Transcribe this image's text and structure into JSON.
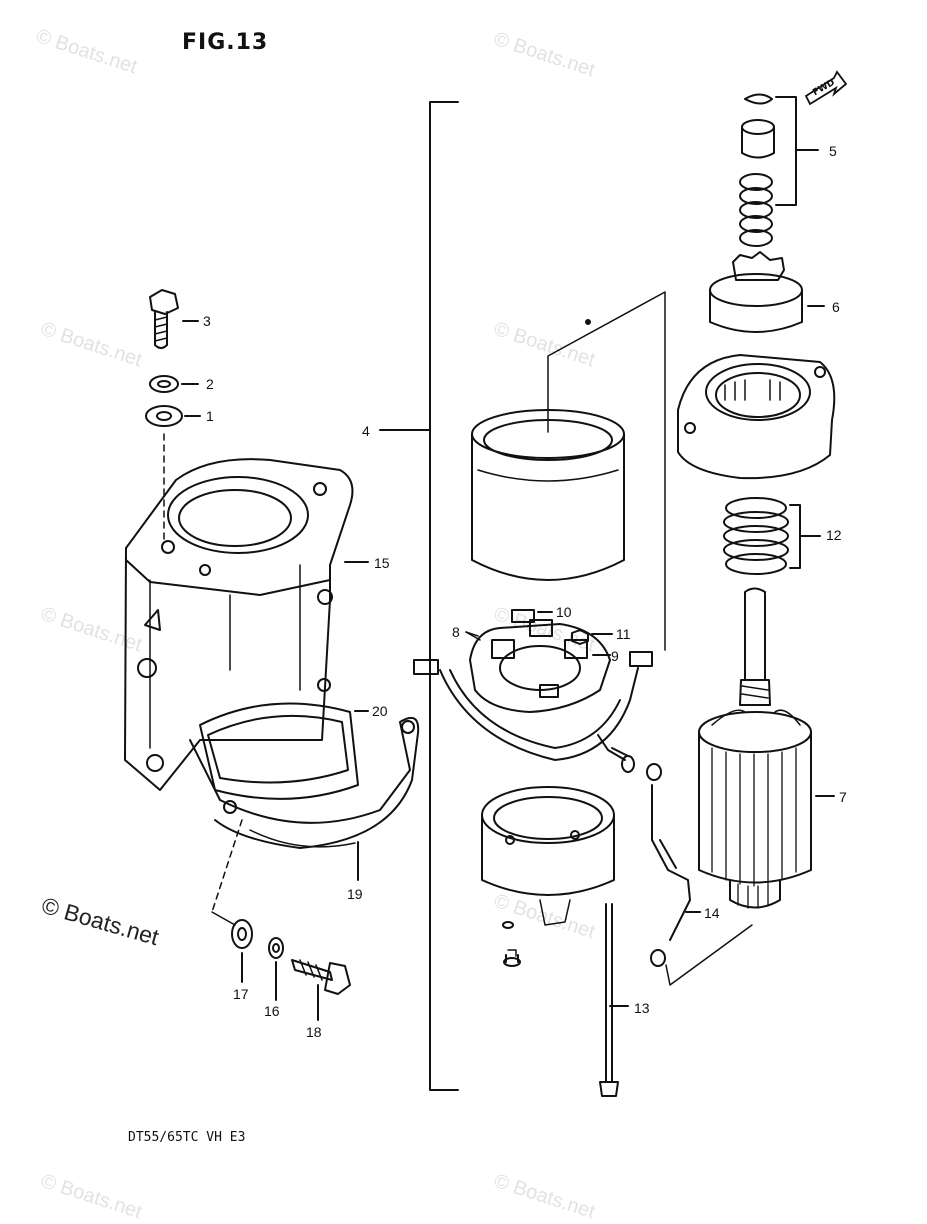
{
  "figure": {
    "title": "FIG.13",
    "model_code": "DT55/65TC VH E3",
    "fwd_label": "FWD"
  },
  "watermark": {
    "text": "© Boats.net",
    "strong_text": "© Boats.net"
  },
  "callouts": [
    "1",
    "2",
    "3",
    "4",
    "5",
    "6",
    "7",
    "8",
    "9",
    "10",
    "11",
    "12",
    "13",
    "14",
    "15",
    "16",
    "17",
    "18",
    "19",
    "20"
  ]
}
